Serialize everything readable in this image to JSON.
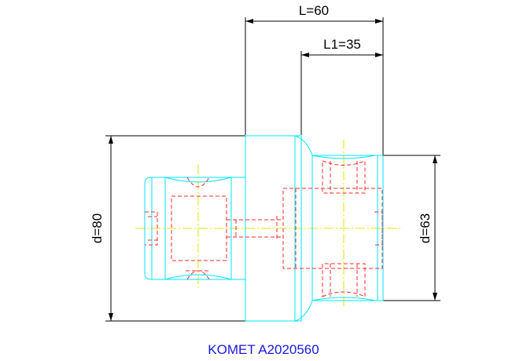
{
  "dimensions": {
    "length": "L=60",
    "l1": "L1=35",
    "d_left": "d=80",
    "d_right": "d=63"
  },
  "caption": "KOMET A2020560",
  "colors": {
    "outline": "#00e5ff",
    "hidden": "#ff2a2a",
    "center": "#e6e600",
    "dimension": "#000000",
    "caption": "#1a1ae0"
  }
}
